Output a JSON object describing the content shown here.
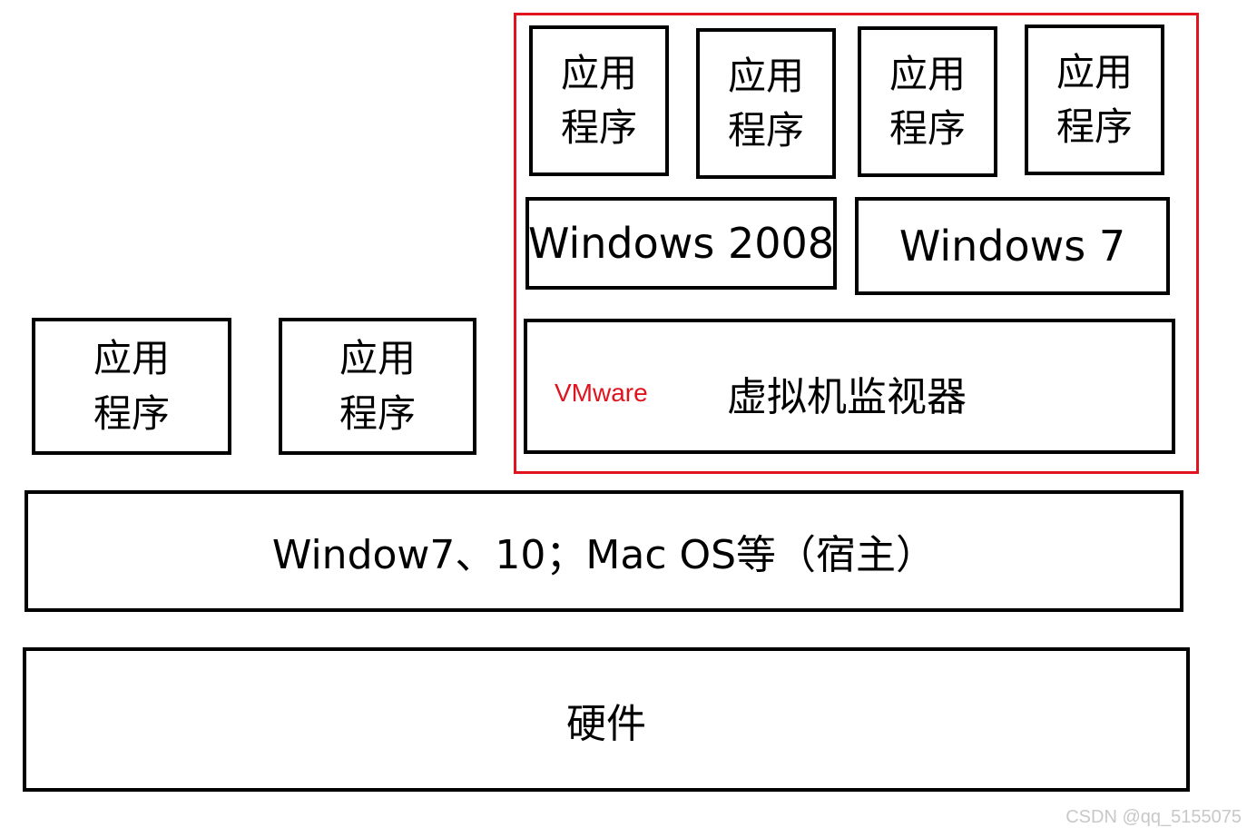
{
  "vm_apps": [
    {
      "line1": "应用",
      "line2": "程序"
    },
    {
      "line1": "应用",
      "line2": "程序"
    },
    {
      "line1": "应用",
      "line2": "程序"
    },
    {
      "line1": "应用",
      "line2": "程序"
    }
  ],
  "guest_os": [
    {
      "label": "Windows 2008"
    },
    {
      "label": "Windows 7"
    }
  ],
  "hypervisor": {
    "product": "VMware",
    "label": "虚拟机监视器"
  },
  "host_apps": [
    {
      "line1": "应用",
      "line2": "程序"
    },
    {
      "line1": "应用",
      "line2": "程序"
    }
  ],
  "host_os": {
    "label": "Window7、10；Mac OS等（宿主）"
  },
  "hardware": {
    "label": "硬件"
  },
  "watermark": "CSDN @qq_5155075",
  "colors": {
    "vm_frame": "#e0141e",
    "vmware_text": "#e0141e",
    "box_border": "#000000"
  }
}
